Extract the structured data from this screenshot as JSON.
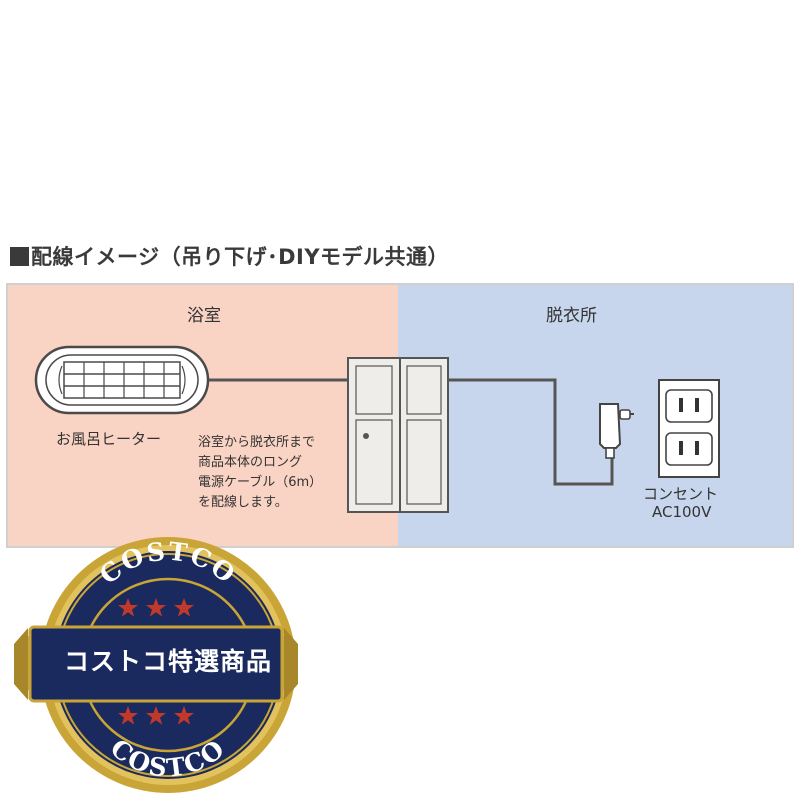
{
  "header": {
    "title": "配線イメージ（吊り下げ･DIYモデル共通）"
  },
  "zones": {
    "bathroom": "浴室",
    "dressing_room": "脱衣所"
  },
  "devices": {
    "heater": {
      "label": "お風呂ヒーター",
      "icon": "heater-icon"
    },
    "door": {
      "icon": "folding-door-icon"
    },
    "plug": {
      "icon": "plug-adapter-icon"
    },
    "outlet": {
      "label_line1": "コンセント",
      "label_line2": "AC100V",
      "icon": "wall-outlet-icon"
    }
  },
  "note": {
    "lines": [
      "浴室から脱衣所まで",
      "商品本体のロング",
      "電源ケーブル（6m）",
      "を配線します。"
    ]
  },
  "seal": {
    "label": "コストコ特選商品",
    "brand_top": "COSTCO",
    "brand_bottom": "COSTCO"
  },
  "colors": {
    "bathroom_bg": "#f9d3c3",
    "dressing_bg": "#c7d6ec",
    "seal_navy": "#1a2a5e",
    "seal_gold": "#c9a436",
    "seal_star": "#c0392b"
  }
}
